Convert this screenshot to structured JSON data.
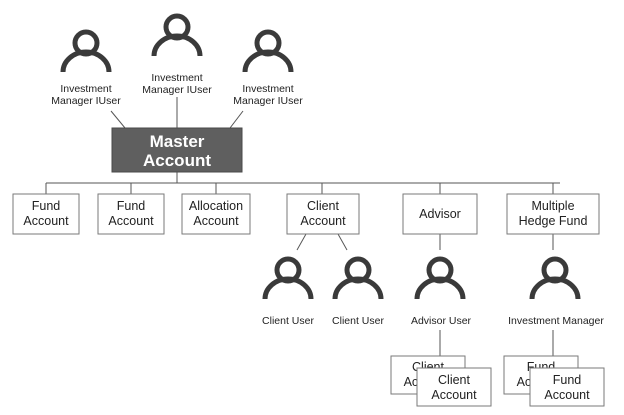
{
  "master": {
    "line1": "Master",
    "line2": "Account"
  },
  "top_users": [
    {
      "line1": "Investment",
      "line2": "Manager IUser"
    },
    {
      "line1": "Investment",
      "line2": "Manager IUser"
    },
    {
      "line1": "Investment",
      "line2": "Manager IUser"
    }
  ],
  "accounts": [
    {
      "line1": "Fund",
      "line2": "Account"
    },
    {
      "line1": "Fund",
      "line2": "Account"
    },
    {
      "line1": "Allocation",
      "line2": "Account"
    },
    {
      "line1": "Client",
      "line2": "Account"
    },
    {
      "line1": "Advisor",
      "line2": ""
    },
    {
      "line1": "Multiple",
      "line2": "Hedge Fund"
    }
  ],
  "sub_users": [
    {
      "label": "Client User"
    },
    {
      "label": "Client User"
    },
    {
      "label": "Advisor User"
    },
    {
      "label": "Investment Manager"
    }
  ],
  "stacks": [
    {
      "back": {
        "line1": "Client",
        "line2": "Acc"
      },
      "front": {
        "line1": "Client",
        "line2": "Account"
      }
    },
    {
      "back": {
        "line1": "Fund",
        "line2": "Acc"
      },
      "front": {
        "line1": "Fund",
        "line2": "Account"
      }
    }
  ],
  "colors": {
    "master_fill": "#5f5f5f",
    "icon": "#3a3a3a",
    "box_border": "#7a7a7a",
    "line": "#555555"
  }
}
